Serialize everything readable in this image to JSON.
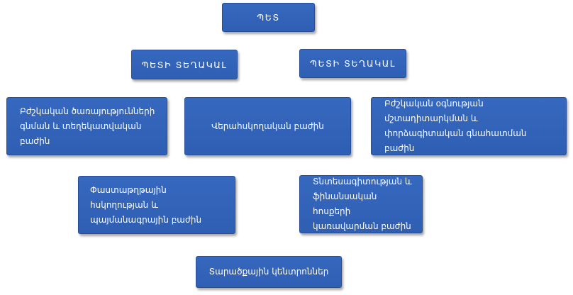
{
  "org_chart": {
    "head": "ՊԵՏ",
    "deputies": [
      "ՊԵՏԻ ՏԵՂԱԿԱԼ",
      "ՊԵՏԻ ՏԵՂԱԿԱԼ"
    ],
    "departments": [
      "Բժշկական ծառայությունների գնման և տեղեկատվական բաժին",
      "Վերահսկողական բաժին",
      "Բժշկական օգնության մշտադիտարկման և փորձագիտական գնահատման բաժին",
      "Փաստաթղթային հսկողության և պայմանագրային բաժին",
      "Տնտեսագիտության և ֆինանսական հոսքերի կառավարման բաժին",
      "Տարածքային կենտրոններ"
    ]
  }
}
